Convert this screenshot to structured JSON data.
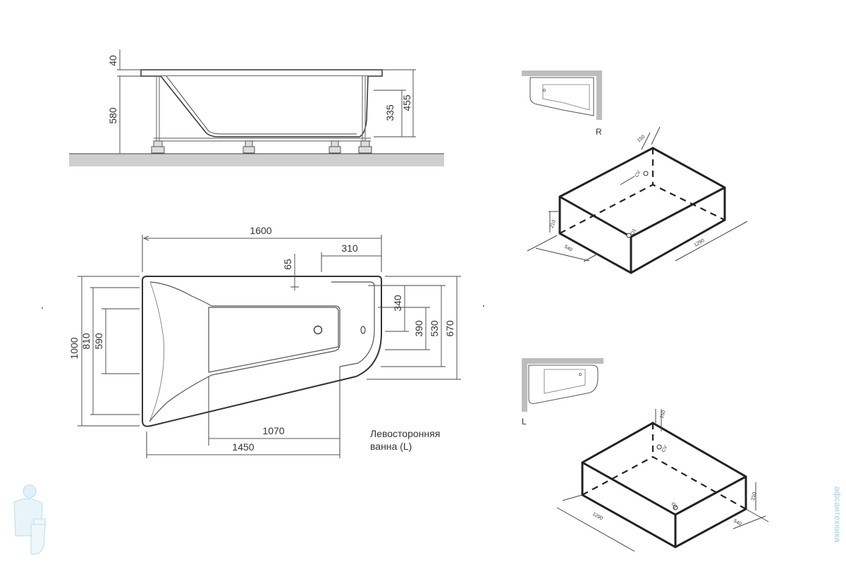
{
  "side_view": {
    "dims": {
      "rim": "40",
      "height": "580",
      "apron_inner": "335",
      "apron_outer": "455"
    }
  },
  "top_view": {
    "dims": {
      "length": "1600",
      "offset_310": "310",
      "offset_65": "65",
      "w_1000": "1000",
      "w_810": "810",
      "w_590": "590",
      "r_340": "340",
      "r_390": "390",
      "r_530": "530",
      "r_670": "670",
      "b_1070": "1070",
      "b_1450": "1450"
    },
    "caption_line1": "Левосторонняя",
    "caption_line2": "ванна (L)"
  },
  "right_install": {
    "marker": "R",
    "dims": {
      "d150": "150",
      "d210": "210",
      "d540": "540",
      "d1290": "1290"
    },
    "cv": "CV",
    "o1": "O1"
  },
  "left_install": {
    "marker": "L",
    "dims": {
      "d150": "150",
      "d210": "210",
      "d540": "540",
      "d1290": "1290"
    },
    "cv": "CV",
    "o1": "O1"
  },
  "watermark": "афсантехника"
}
